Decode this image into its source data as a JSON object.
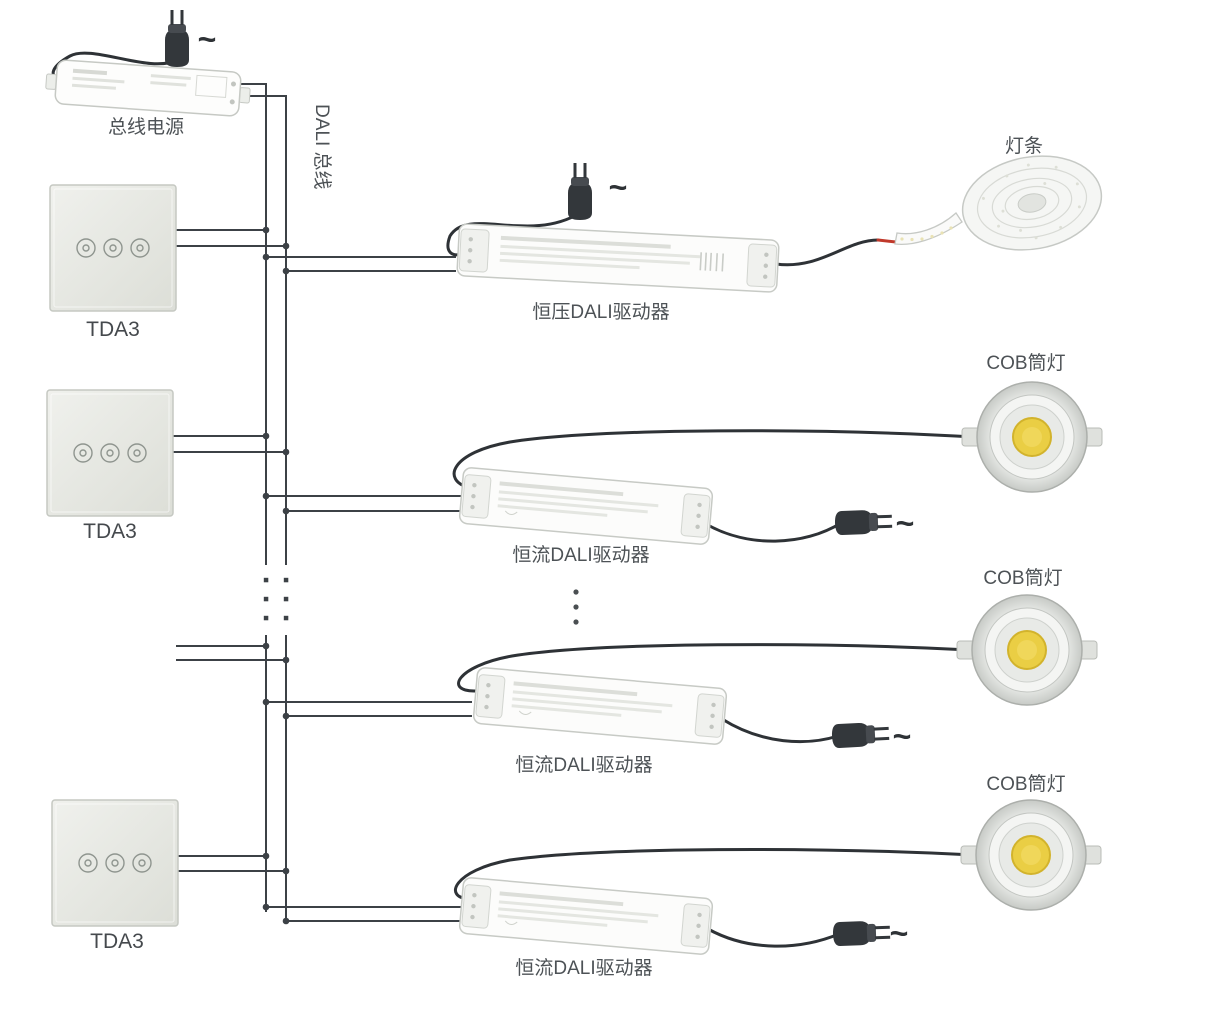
{
  "diagram": {
    "power": {
      "label": "总线电源",
      "ac": "~"
    },
    "bus": {
      "label": "DALI 总线"
    },
    "panels": [
      {
        "label": "TDA3"
      },
      {
        "label": "TDA3"
      },
      {
        "label": "TDA3"
      }
    ],
    "cv_driver": {
      "label": "恒压DALI驱动器",
      "ac": "~",
      "load": {
        "label": "灯条"
      }
    },
    "cc_drivers": [
      {
        "label": "恒流DALI驱动器",
        "ac": "~",
        "load": {
          "label": "COB筒灯"
        }
      },
      {
        "label": "恒流DALI驱动器",
        "ac": "~",
        "load": {
          "label": "COB筒灯"
        }
      },
      {
        "label": "恒流DALI驱动器",
        "ac": "~",
        "load": {
          "label": "COB筒灯"
        }
      }
    ],
    "colors": {
      "wire": "#2e3236",
      "label": "#4d5256",
      "device_fill": "#fcfcfb",
      "device_border": "#c7cac5",
      "cob_yellow": "#eace44",
      "background": "#ffffff"
    }
  }
}
